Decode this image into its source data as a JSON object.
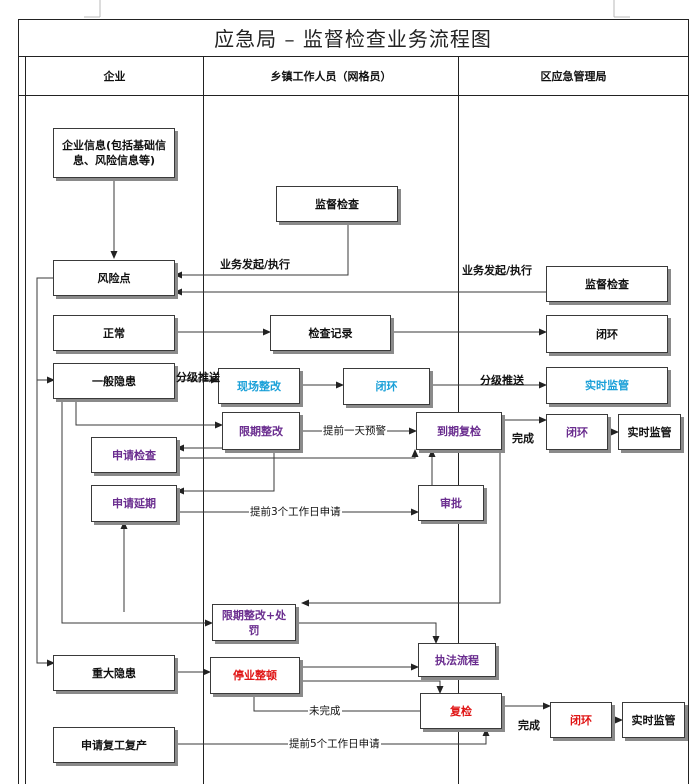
{
  "title": "应急局 – 监督检查业务流程图",
  "lanes": {
    "enterprise": "企业",
    "township": "乡镇工作人员（网格员）",
    "district": "区应急管理局"
  },
  "colors": {
    "blue": "#1aa0d8",
    "purple": "#6a2d8f",
    "red": "#e01515",
    "line": "#3a3a3a"
  },
  "nodes": {
    "enterprise_info": "企业信息(包括基础信息、风险信息等)",
    "supervise_check_a": "监督检查",
    "risk_point": "风险点",
    "supervise_check_b": "监督检查",
    "normal": "正常",
    "check_record": "检查记录",
    "closed_1": "闭环",
    "general_hazard": "一般隐患",
    "onsite_rectify": "现场整改",
    "closed_2": "闭环",
    "realtime_monitor_1": "实时监管",
    "deadline_rectify": "限期整改",
    "due_recheck": "到期复检",
    "closed_3": "闭环",
    "realtime_monitor_2": "实时监管",
    "apply_check": "申请检查",
    "apply_extension": "申请延期",
    "approve": "审批",
    "deadline_rectify_penalty": "限期整改+处罚",
    "enforcement_process": "执法流程",
    "major_hazard": "重大隐患",
    "suspend_rectify": "停业整顿",
    "recheck": "复检",
    "closed_4": "闭环",
    "realtime_monitor_3": "实时监管",
    "apply_resume": "申请复工复产"
  },
  "edge_labels": {
    "initiate_a": "业务发起/执行",
    "initiate_b": "业务发起/执行",
    "classify_push_a": "分级推送",
    "classify_push_b": "分级推送",
    "one_day_warning": "提前一天预警",
    "complete_a": "完成",
    "three_days_apply": "提前3个工作日申请",
    "not_complete": "未完成",
    "complete_b": "完成",
    "five_days_apply": "提前5个工作日申请"
  }
}
